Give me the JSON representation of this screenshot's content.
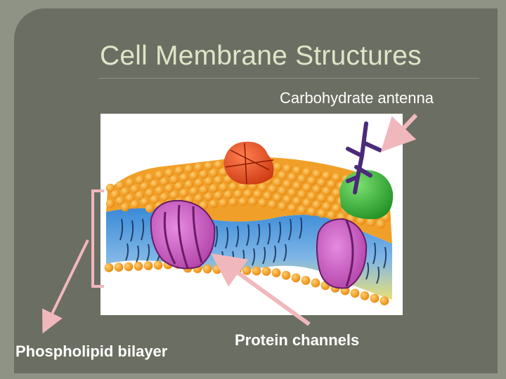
{
  "slide": {
    "title": "Cell Membrane Structures"
  },
  "labels": {
    "carbohydrate": "Carbohydrate antenna",
    "phospholipid": "Phospholipid bilayer",
    "protein": "Protein channels"
  },
  "colors": {
    "background": "#8f9385",
    "panel": "#6b6e62",
    "title": "#dde6c8",
    "arrow": "#f0b8bd",
    "lipid_head": "#f2a020",
    "protein_magenta": "#c45fc0",
    "protein_orange": "#e04a1a",
    "protein_green": "#36b534",
    "carbohydrate": "#4b2a7a"
  }
}
